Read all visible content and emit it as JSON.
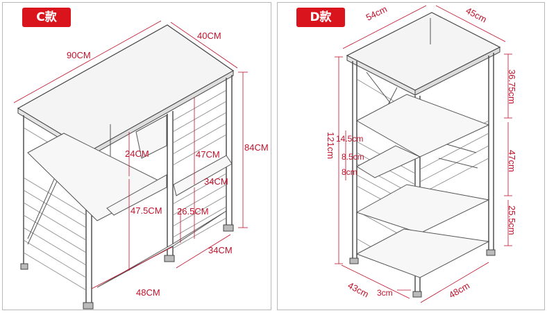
{
  "panels": [
    {
      "badge": "C款",
      "dimensions": [
        "90CM",
        "40CM",
        "84CM",
        "24CM",
        "47CM",
        "34CM",
        "47.5CM",
        "26.5CM",
        "34CM",
        "48CM"
      ]
    },
    {
      "badge": "D款",
      "dimensions": [
        "54cm",
        "45cm",
        "36.75cm",
        "47cm",
        "25.5cm",
        "121cm",
        "14.5cm",
        "8.5cm",
        "8cm",
        "43cm",
        "3cm",
        "48cm"
      ]
    }
  ],
  "colors": {
    "accent": "#d9141c",
    "dimension_text": "#c0122b",
    "panel_border": "#b9b9b9",
    "line": "#555555"
  }
}
